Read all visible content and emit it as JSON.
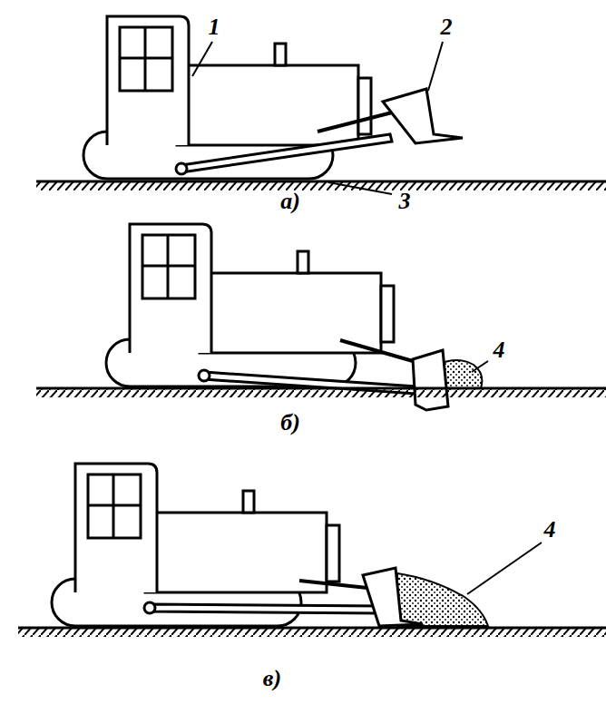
{
  "diagram": {
    "labels": [
      "1",
      "2",
      "3",
      "а)",
      "4",
      "б)",
      "4",
      "в)"
    ]
  }
}
